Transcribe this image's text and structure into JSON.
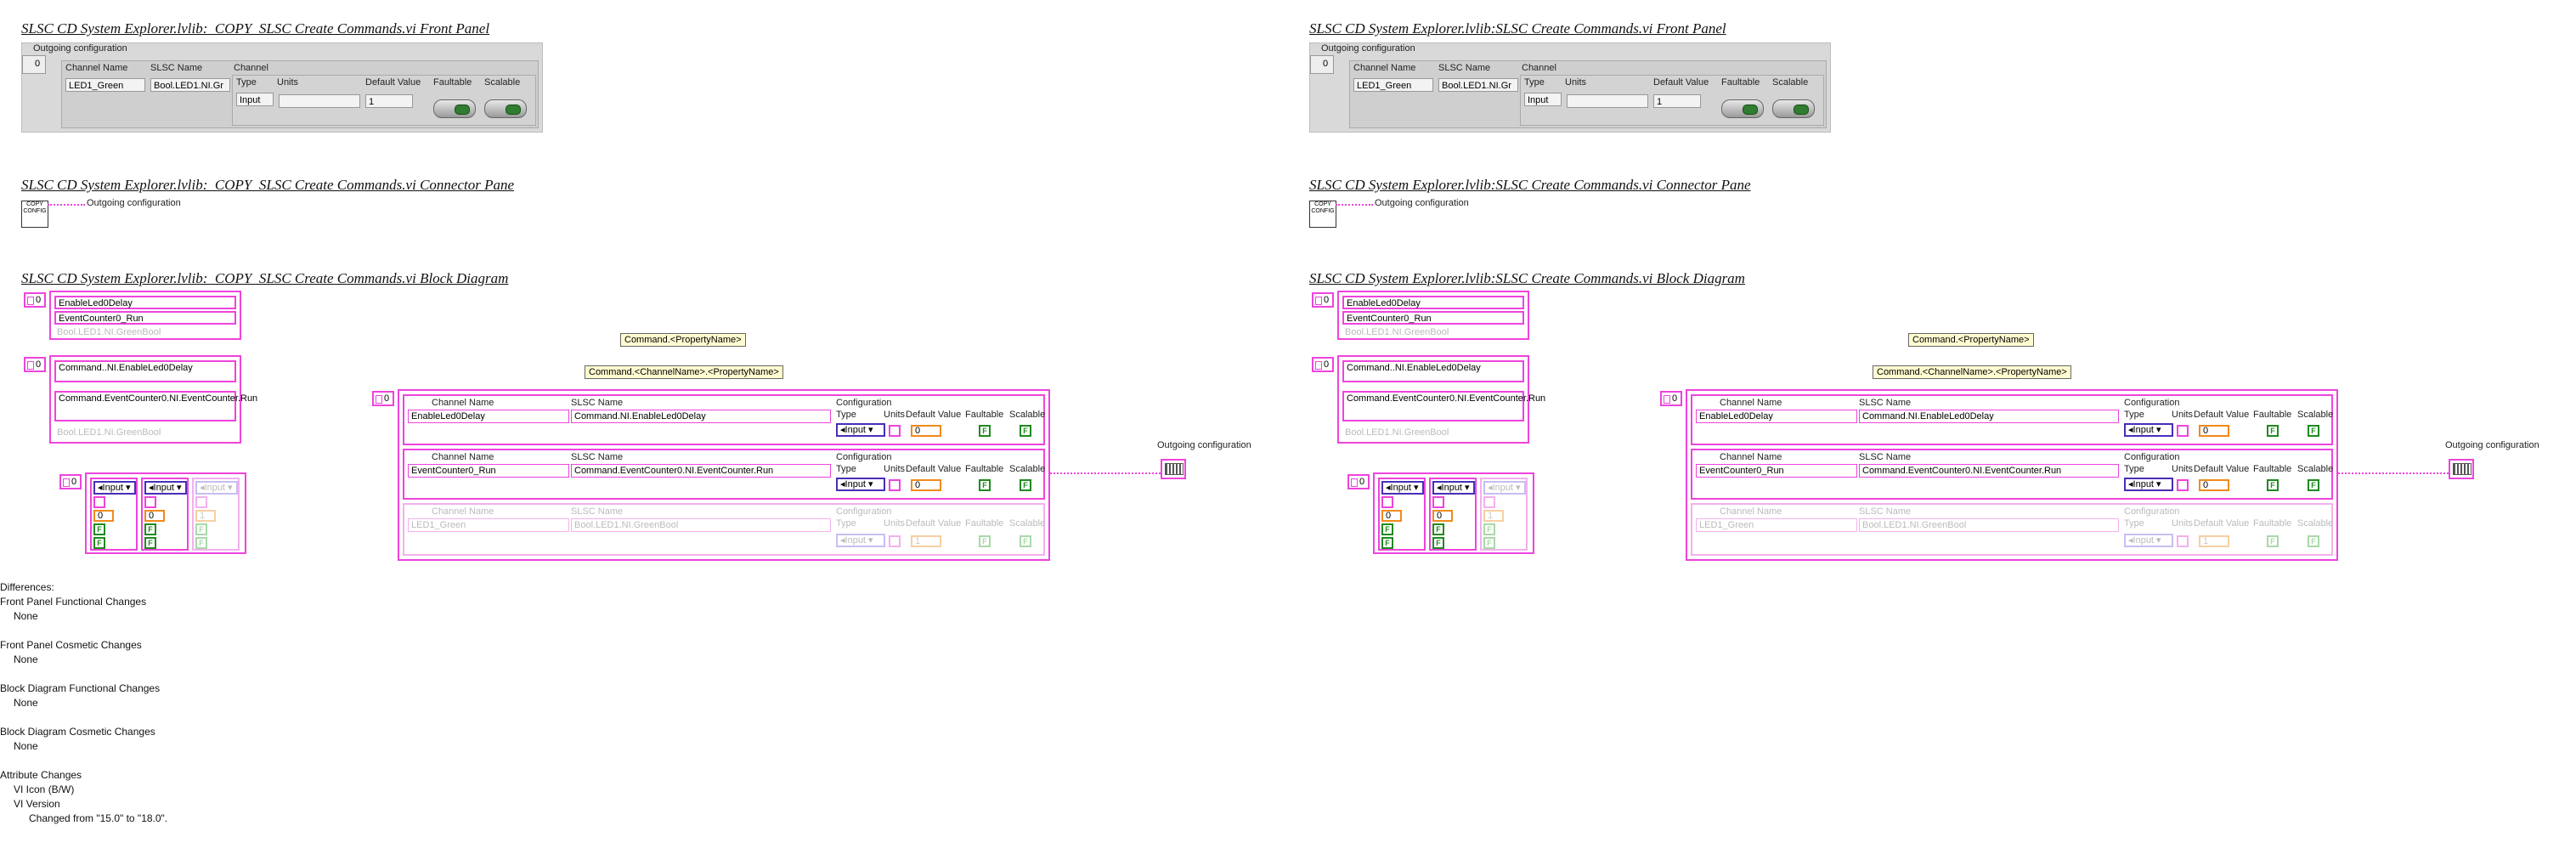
{
  "left": {
    "fp_title": "SLSC CD System Explorer.lvlib:_COPY_SLSC Create Commands.vi Front Panel",
    "cp_title": "SLSC CD System Explorer.lvlib:_COPY_SLSC Create Commands.vi Connector Pane",
    "bd_title": "SLSC CD System Explorer.lvlib:_COPY_SLSC Create Commands.vi Block Diagram"
  },
  "right": {
    "fp_title": "SLSC CD System Explorer.lvlib:SLSC Create Commands.vi Front Panel",
    "cp_title": "SLSC CD System Explorer.lvlib:SLSC Create Commands.vi Connector Pane",
    "bd_title": "SLSC CD System Explorer.lvlib:SLSC Create Commands.vi Block Diagram"
  },
  "front_panel": {
    "caption": "Outgoing configuration",
    "index": "0",
    "col_channel_name": "Channel Name",
    "col_slsc_name": "SLSC Name",
    "col_channel": "Channel",
    "col_type": "Type",
    "col_units": "Units",
    "col_default": "Default Value",
    "col_faultable": "Faultable",
    "col_scalable": "Scalable",
    "channel_name_value": "LED1_Green",
    "slsc_name_value": "Bool.LED1.NI.Gr",
    "type_value": "Input",
    "default_value": "1"
  },
  "connector": {
    "icon_text": "COPY CONFIG",
    "label": "Outgoing configuration"
  },
  "block": {
    "idx": "0",
    "arr1": [
      "EnableLed0Delay",
      "EventCounter0_Run",
      "Bool.LED1.NI.GreenBool"
    ],
    "arr2": [
      "Command..NI.EnableLed0Delay",
      "Command.EventCounter0.NI.EventCounter.Run",
      "Bool.LED1.NI.GreenBool"
    ],
    "prop1": "Command.<PropertyName>",
    "prop2": "Command.<ChannelName>.<PropertyName>",
    "enum_values": [
      "Input",
      "Input",
      "Input"
    ],
    "num_values": [
      "1",
      "0",
      "1",
      "0",
      "1"
    ],
    "bool_glyph": "F",
    "cluster_cols": {
      "channel_name": "Channel Name",
      "slsc_name": "SLSC Name",
      "configuration": "Configuration",
      "type": "Type",
      "units": "Units",
      "default": "Default Value",
      "faultable": "Faultable",
      "scalable": "Scalable"
    },
    "rows": [
      {
        "channel": "EnableLed0Delay",
        "slsc": "Command.NI.EnableLed0Delay",
        "type": "Input",
        "default": "0"
      },
      {
        "channel": "EventCounter0_Run",
        "slsc": "Command.EventCounter0.NI.EventCounter.Run",
        "type": "Input",
        "default": "0"
      },
      {
        "channel": "LED1_Green",
        "slsc": "Bool.LED1.NI.GreenBool",
        "type": "Input",
        "default": "1"
      }
    ],
    "terminal_label": "Outgoing configuration"
  },
  "differences": {
    "heading": "Differences:",
    "sections": [
      {
        "title": "Front Panel Functional Changes",
        "value": "None"
      },
      {
        "title": "Front Panel Cosmetic Changes",
        "value": "None"
      },
      {
        "title": "Block Diagram Functional Changes",
        "value": "None"
      },
      {
        "title": "Block Diagram Cosmetic Changes",
        "value": "None"
      }
    ],
    "attr_title": "Attribute Changes",
    "attr_items": [
      "VI Icon (B/W)",
      "VI Version"
    ],
    "attr_detail": "Changed from \"15.0\" to \"18.0\"."
  }
}
